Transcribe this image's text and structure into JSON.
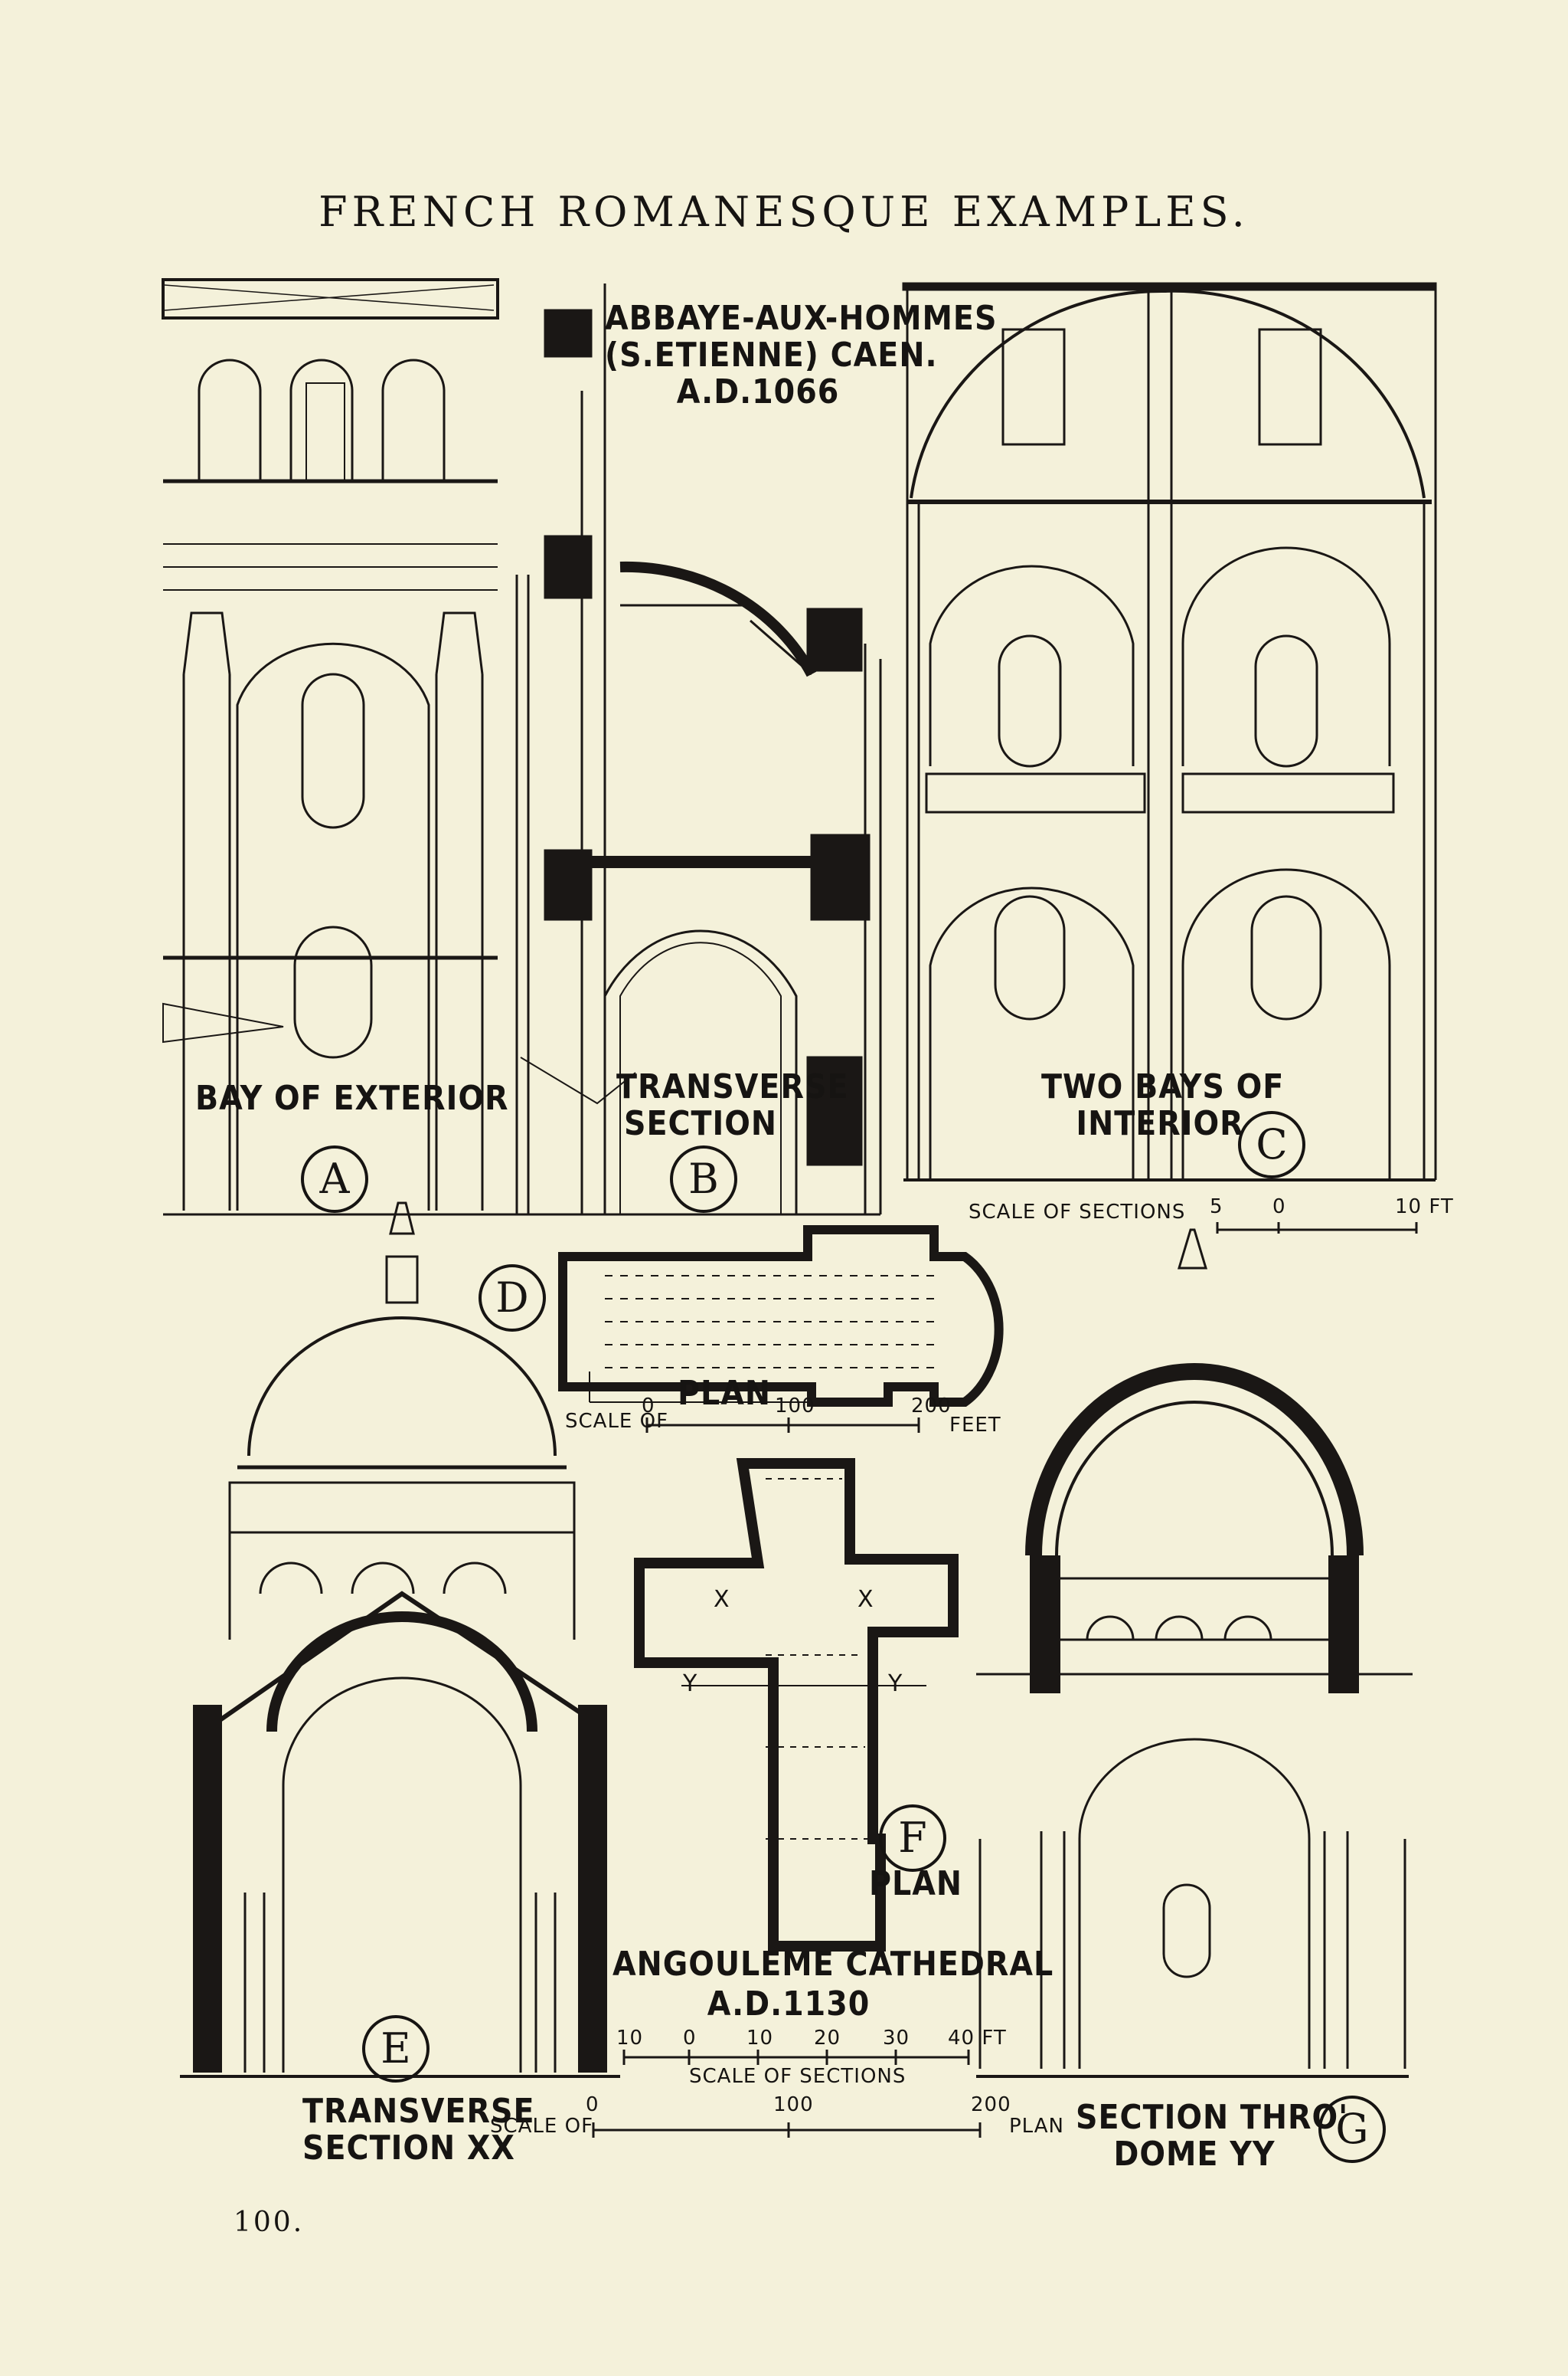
{
  "title": "FRENCH ROMANESQUE EXAMPLES.",
  "page_number": "100.",
  "abbaye": {
    "name_line1": "ABBAYE-AUX-HOMMES",
    "name_line2": "(S.ETIENNE) CAEN.",
    "date": "A.D.1066"
  },
  "figures": {
    "a": {
      "letter": "A",
      "caption": "BAY OF EXTERIOR"
    },
    "b": {
      "letter": "B",
      "caption_line1": "TRANSVERSE",
      "caption_line2": "SECTION"
    },
    "c": {
      "letter": "C",
      "caption_line1": "TWO BAYS OF",
      "caption_line2": "INTERIOR"
    },
    "d": {
      "letter": "D",
      "caption": "PLAN"
    },
    "e": {
      "letter": "E",
      "caption_line1": "TRANSVERSE",
      "caption_line2": "SECTION XX"
    },
    "f": {
      "letter": "F",
      "caption": "PLAN"
    },
    "g": {
      "letter": "G",
      "caption_line1": "SECTION THRO'",
      "caption_line2": "DOME YY"
    }
  },
  "scales": {
    "sections_top": {
      "label": "SCALE OF SECTIONS",
      "ticks": [
        "5",
        "0",
        "10 FT"
      ]
    },
    "plan_d": {
      "label": "SCALE OF",
      "ticks": [
        "0",
        "100",
        "200"
      ],
      "unit": "FEET"
    },
    "sections_bottom": {
      "ticks": [
        "10",
        "0",
        "10",
        "20",
        "30",
        "40 FT"
      ],
      "label": "SCALE OF SECTIONS"
    },
    "plan_f": {
      "label": "SCALE OF",
      "ticks": [
        "0",
        "100",
        "200"
      ],
      "unit": "PLAN"
    }
  },
  "angouleme": {
    "name": "ANGOULEME CATHEDRAL",
    "date": "A.D.1130"
  },
  "section_marks": {
    "x": "X",
    "y": "Y"
  }
}
